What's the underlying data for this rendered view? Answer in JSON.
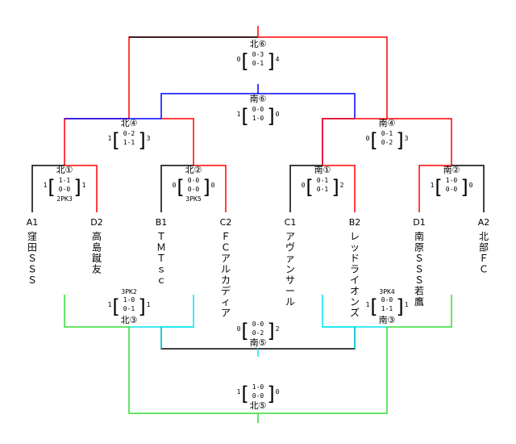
{
  "colors": {
    "black": "#000000",
    "red": "#ff0000",
    "blue": "#0000ff",
    "green": "#33dd33",
    "cyan": "#00e5ee"
  },
  "teams": [
    {
      "code": "A1",
      "name": "窪田ＳＳＳ"
    },
    {
      "code": "D2",
      "name": "高島蹴友"
    },
    {
      "code": "B1",
      "name": "ＴＭＴｓｃ"
    },
    {
      "code": "C2",
      "name": "ＦＣアルカディア"
    },
    {
      "code": "C1",
      "name": "アヴァンサール"
    },
    {
      "code": "B2",
      "name": "レッドライオンズ"
    },
    {
      "code": "D1",
      "name": "南原ＳＳＳ若鷹"
    },
    {
      "code": "A2",
      "name": "北部ＦＣ"
    }
  ],
  "matches": [
    {
      "label": "北①",
      "left": "1",
      "right": "1",
      "s1": "1-1",
      "s2": "0-0",
      "pk": "2PK3"
    },
    {
      "label": "北②",
      "left": "0",
      "right": "0",
      "s1": "0-0",
      "s2": "0-0",
      "pk": "3PK5"
    },
    {
      "label": "南①",
      "left": "0",
      "right": "2",
      "s1": "0-1",
      "s2": "0-1",
      "pk": ""
    },
    {
      "label": "南②",
      "left": "1",
      "right": "0",
      "s1": "1-0",
      "s2": "0-0",
      "pk": ""
    },
    {
      "label": "北④",
      "left": "1",
      "right": "3",
      "s1": "0-2",
      "s2": "1-1",
      "pk": ""
    },
    {
      "label": "南④",
      "left": "0",
      "right": "3",
      "s1": "0-1",
      "s2": "0-2",
      "pk": ""
    },
    {
      "label": "南⑥",
      "left": "1",
      "right": "0",
      "s1": "0-0",
      "s2": "1-0",
      "pk": ""
    },
    {
      "label": "北⑥",
      "left": "0",
      "right": "4",
      "s1": "0-3",
      "s2": "0-1",
      "pk": ""
    },
    {
      "label": "北③",
      "left": "1",
      "right": "1",
      "s1": "1-0",
      "s2": "0-1",
      "pk": "3PK2"
    },
    {
      "label": "南③",
      "left": "1",
      "right": "1",
      "s1": "0-0",
      "s2": "1-1",
      "pk": "3PK4"
    },
    {
      "label": "南⑤",
      "left": "0",
      "right": "2",
      "s1": "0-0",
      "s2": "0-2",
      "pk": ""
    },
    {
      "label": "北⑤",
      "left": "1",
      "right": "0",
      "s1": "1-0",
      "s2": "0-0",
      "pk": ""
    }
  ]
}
